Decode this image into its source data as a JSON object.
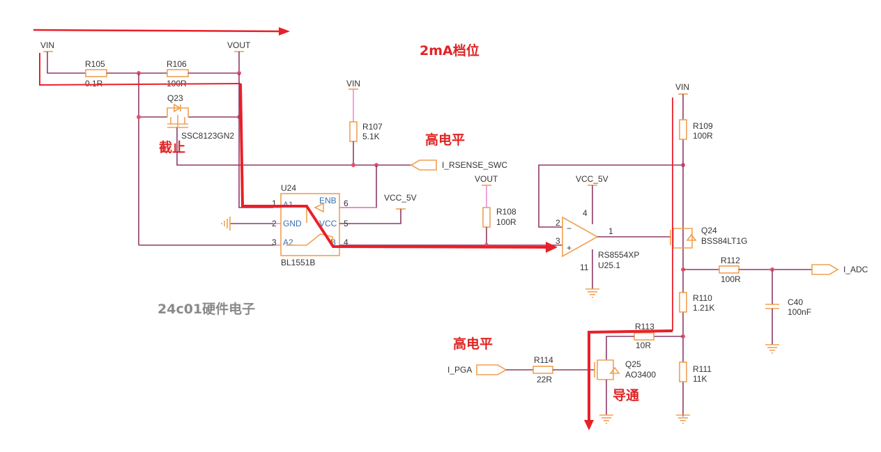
{
  "annotations": {
    "mode": "2mA档位",
    "q23_state": "截止",
    "rsense_level": "高电平",
    "pga_level": "高电平",
    "q25_state": "导通",
    "watermark": "24c01硬件电子"
  },
  "nets": {
    "vin": "VIN",
    "vout": "VOUT",
    "vcc5": "VCC_5V",
    "rsense": "I_RSENSE_SWC",
    "adc": "I_ADC",
    "pga": "I_PGA"
  },
  "components": {
    "r105": {
      "ref": "R105",
      "value": "0.1R"
    },
    "r106": {
      "ref": "R106",
      "value": "100R"
    },
    "r107": {
      "ref": "R107",
      "value": "5.1K"
    },
    "r108": {
      "ref": "R108",
      "value": "100R"
    },
    "r109": {
      "ref": "R109",
      "value": "100R"
    },
    "r110": {
      "ref": "R110",
      "value": "1.21K"
    },
    "r111": {
      "ref": "R111",
      "value": "11K"
    },
    "r112": {
      "ref": "R112",
      "value": "100R"
    },
    "r113": {
      "ref": "R113",
      "value": "10R"
    },
    "r114": {
      "ref": "R114",
      "value": "22R"
    },
    "c40": {
      "ref": "C40",
      "value": "100nF"
    },
    "q23": {
      "ref": "Q23",
      "value": "SSC8123GN2"
    },
    "q24": {
      "ref": "Q24",
      "value": "BSS84LT1G"
    },
    "q25": {
      "ref": "Q25",
      "value": "AO3400"
    },
    "u24": {
      "ref": "U24",
      "value": "BL1551B",
      "pins": [
        {
          "num": "1",
          "name": "A1"
        },
        {
          "num": "2",
          "name": "GND"
        },
        {
          "num": "3",
          "name": "A2"
        },
        {
          "num": "6",
          "name": "ENB"
        },
        {
          "num": "5",
          "name": "VCC"
        },
        {
          "num": "4",
          "name": "B"
        }
      ]
    },
    "u25": {
      "ref": "U25.1",
      "value": "RS8554XP",
      "pins": {
        "inv": "2",
        "noninv": "3",
        "out": "1",
        "vplus": "4",
        "vminus": "11"
      },
      "signs": {
        "minus": "−",
        "plus": "+"
      }
    }
  },
  "colors": {
    "wire": "#8e3a66",
    "component": "#f0a050",
    "current_path": "#e8202a"
  }
}
